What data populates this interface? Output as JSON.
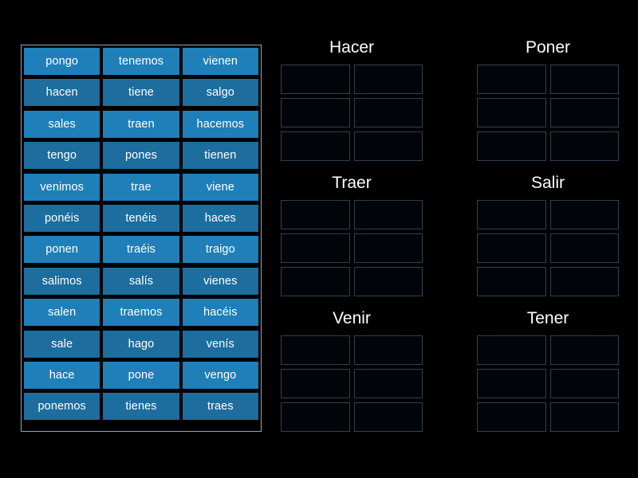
{
  "colors": {
    "background": "#000000",
    "tile_primary": "#1f7fb8",
    "tile_alternate": "#1d6d9e",
    "tile_text": "#ffffff",
    "panel_border": "#8fa6b8",
    "slot_border": "#2c4356",
    "slot_fill": "#010409",
    "heading_text": "#ffffff"
  },
  "tile_panel": {
    "columns": 3,
    "tiles": [
      "pongo",
      "tenemos",
      "vienen",
      "hacen",
      "tiene",
      "salgo",
      "sales",
      "traen",
      "hacemos",
      "tengo",
      "pones",
      "tienen",
      "venimos",
      "trae",
      "viene",
      "ponéis",
      "tenéis",
      "haces",
      "ponen",
      "traéis",
      "traigo",
      "salimos",
      "salís",
      "vienes",
      "salen",
      "traemos",
      "hacéis",
      "sale",
      "hago",
      "venís",
      "hace",
      "pone",
      "vengo",
      "ponemos",
      "tienes",
      "traes"
    ]
  },
  "categories": [
    {
      "title": "Hacer",
      "slot_count": 6
    },
    {
      "title": "Poner",
      "slot_count": 6
    },
    {
      "title": "Traer",
      "slot_count": 6
    },
    {
      "title": "Salir",
      "slot_count": 6
    },
    {
      "title": "Venir",
      "slot_count": 6
    },
    {
      "title": "Tener",
      "slot_count": 6
    }
  ]
}
